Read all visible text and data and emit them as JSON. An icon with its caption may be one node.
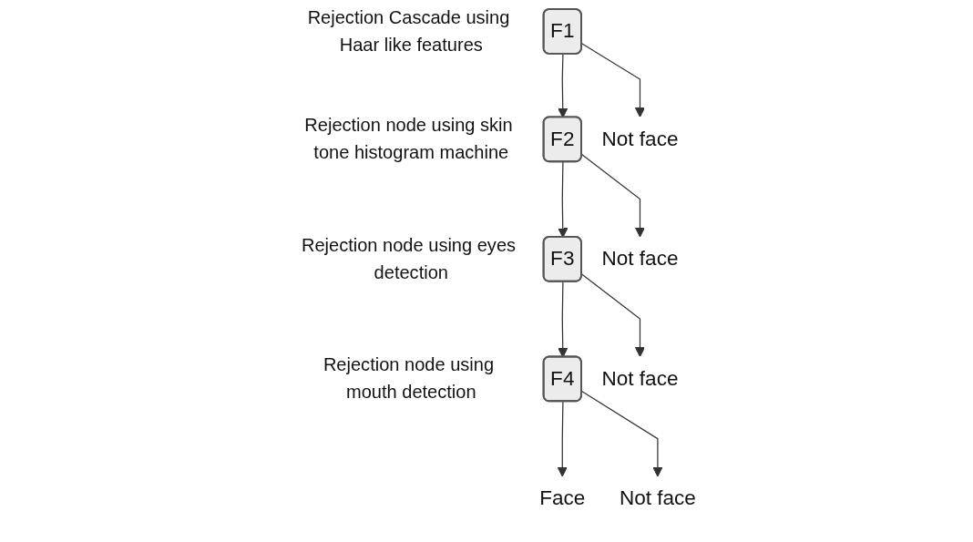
{
  "diagram": {
    "nodes": [
      {
        "text": [
          "F1"
        ],
        "beside": [
          "Rejection Cascade using Haar like features"
        ]
      },
      {
        "text": [
          "F2"
        ],
        "beside": [
          "Rejection node using skin tone histogram machine"
        ]
      },
      {
        "text": [
          "F3"
        ],
        "beside": [
          "Rejection node using eyes detection"
        ]
      },
      {
        "text": [
          "F4"
        ],
        "beside": [
          "Rejection node using mouth detection"
        ]
      },
      {
        "text": [
          "Not face"
        ]
      },
      {
        "text": [
          "Not face"
        ]
      },
      {
        "text": [
          "Not face"
        ]
      },
      {
        "text": [
          "Not face"
        ]
      },
      {
        "text": [
          "Face"
        ]
      }
    ],
    "edges": [
      {
        "from": 0,
        "to": 1,
        "arrow": "to"
      },
      {
        "from": 0,
        "to": 4,
        "arrow": "to"
      },
      {
        "from": 1,
        "to": 2,
        "arrow": "to"
      },
      {
        "from": 1,
        "to": 5,
        "arrow": "to"
      },
      {
        "from": 2,
        "to": 3,
        "arrow": "to"
      },
      {
        "from": 2,
        "to": 6,
        "arrow": "to"
      },
      {
        "from": 3,
        "to": 8,
        "arrow": "to"
      },
      {
        "from": 3,
        "to": 7,
        "arrow": "to"
      }
    ]
  }
}
